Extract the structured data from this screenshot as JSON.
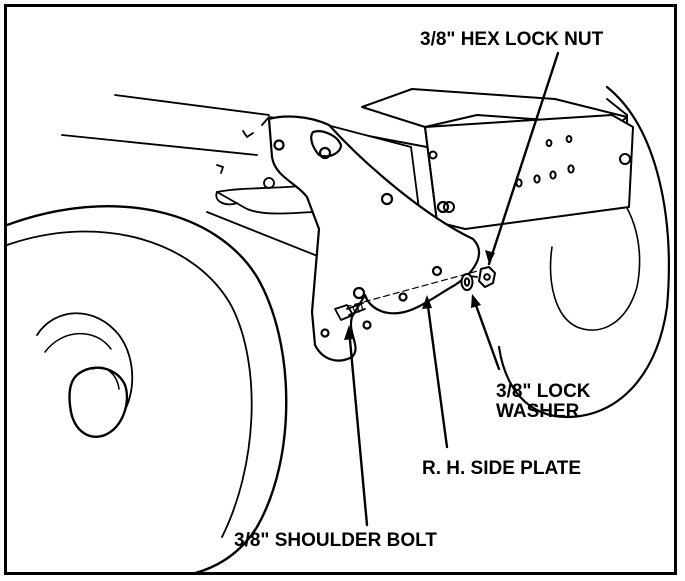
{
  "callouts": {
    "hex_lock_nut": "3/8\" HEX LOCK NUT",
    "lock_washer_line1": "3/8\" LOCK",
    "lock_washer_line2": "WASHER",
    "side_plate": "R. H. SIDE PLATE",
    "shoulder_bolt": "3/8\" SHOULDER BOLT"
  },
  "colors": {
    "ink": "#000000",
    "paper": "#ffffff"
  }
}
